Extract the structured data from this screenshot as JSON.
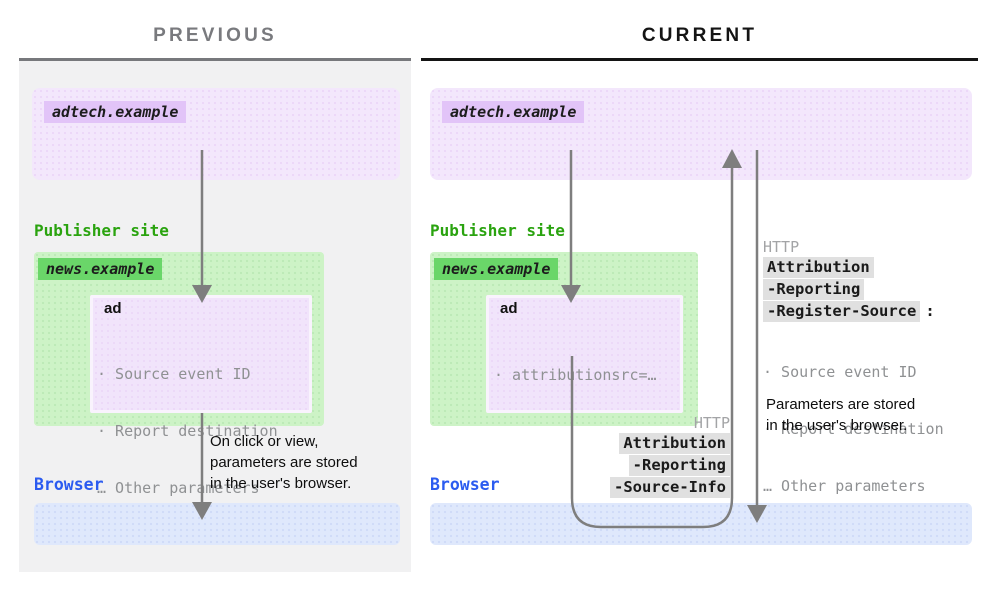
{
  "titles": {
    "previous": "PREVIOUS",
    "current": "CURRENT"
  },
  "previous": {
    "adtech_label": "adtech.example",
    "publisher_label": "Publisher site",
    "news_label": "news.example",
    "ad_title": "ad",
    "ad_bullets": [
      "· Source event ID",
      "· Report destination",
      "… Other parameters"
    ],
    "arrow_caption": "On click or view,\nparameters are stored\nin the user's browser.",
    "browser_label": "Browser"
  },
  "current": {
    "adtech_label": "adtech.example",
    "publisher_label": "Publisher site",
    "news_label": "news.example",
    "ad_title": "ad",
    "ad_bullets": [
      "· attributionsrc=…"
    ],
    "response": {
      "protocol": "HTTP",
      "headers": [
        "Attribution",
        "-Reporting",
        "-Register-Source"
      ],
      "suffix": ":",
      "bullets": [
        "· Source event ID",
        "· Report destination",
        "… Other parameters"
      ],
      "caption": "Parameters are stored\nin the user's browser."
    },
    "request": {
      "protocol": "HTTP",
      "headers": [
        "Attribution",
        "-Reporting",
        "-Source-Info"
      ]
    },
    "browser_label": "Browser"
  },
  "colors": {
    "purple_box": "#f3e7fc",
    "purple_label": "#e2c4f8",
    "green_box": "#cdf3c6",
    "green_label": "#6ad669",
    "green_text": "#2aa30f",
    "blue_box": "#dfe8fc",
    "blue_text": "#2b5bf0",
    "gray_highlight": "#e0e0e0",
    "muted_text": "#9b9b9b",
    "arrow": "#7e7e7e",
    "left_panel_bg": "#f1f1f2"
  }
}
